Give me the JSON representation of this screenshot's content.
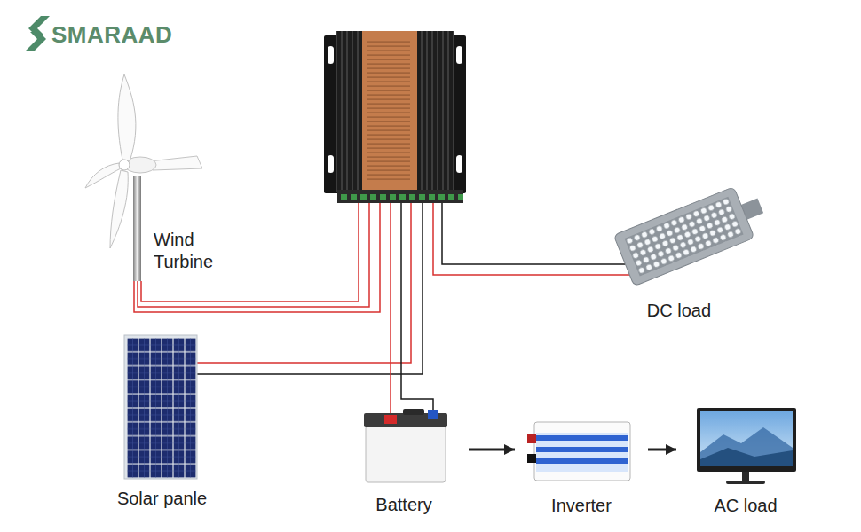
{
  "diagram": {
    "nodes": [
      {
        "text": [
          "Wind Turbine"
        ]
      },
      {
        "text": [
          "DC load"
        ]
      },
      {
        "text": [
          "Solar panle"
        ]
      },
      {
        "text": [
          "Battery"
        ]
      },
      {
        "text": [
          "Inverter"
        ]
      },
      {
        "text": [
          "AC load"
        ]
      }
    ],
    "edges": [
      {
        "from": 3,
        "to": 4,
        "arrow": "to"
      },
      {
        "from": 4,
        "to": 5,
        "arrow": "to"
      }
    ],
    "labels": [
      "SMARAAD"
    ]
  }
}
